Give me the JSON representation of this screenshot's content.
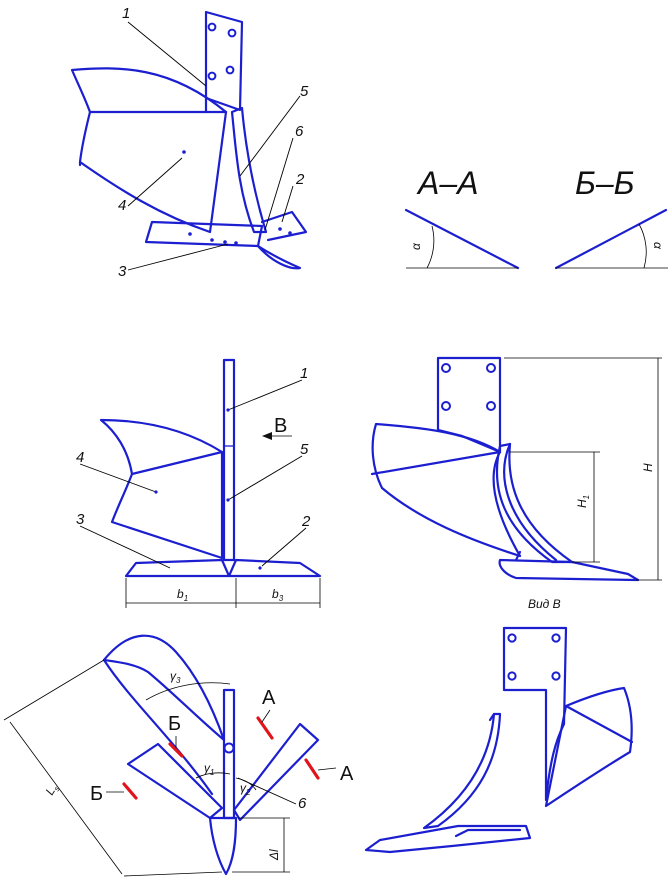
{
  "colors": {
    "part": "#1c1fd0",
    "cut": "#e0141a",
    "dimension": "#000000"
  },
  "labels": {
    "p1": "1",
    "p2": "2",
    "p3": "3",
    "p4": "4",
    "p5": "5",
    "p6": "6",
    "f_p1": "1",
    "f_p2": "2",
    "f_p3": "3",
    "f_p4": "4",
    "f_p5": "5",
    "t_p6": "6"
  },
  "sections": {
    "aa": "А–А",
    "bb": "Б–Б",
    "alpha": "α"
  },
  "front": {
    "view_marker": "В",
    "b1": "b",
    "b1_sub": "1",
    "b3": "b",
    "b3_sub": "3"
  },
  "side": {
    "h": "H",
    "h1": "H",
    "h1_sub": "1",
    "caption": "Вид В"
  },
  "top": {
    "cut_a": "А",
    "cut_b": "Б",
    "gamma": "γ",
    "g1": "1",
    "g2": "2",
    "g3": "3",
    "ls": "L",
    "ls_sub": "s",
    "dl": "Δl"
  }
}
